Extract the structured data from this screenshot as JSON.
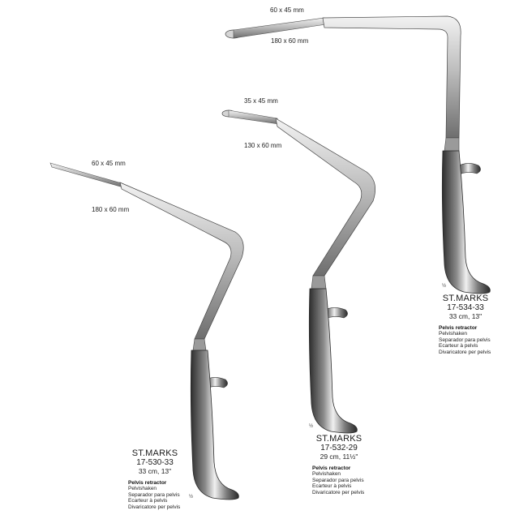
{
  "instruments": [
    {
      "brand": "ST.MARKS",
      "code": "17-530-33",
      "size": "33 cm, 13\"",
      "blade_dims": [
        "60 x 45 mm",
        "180 x 60 mm"
      ],
      "scale_mark": "½",
      "description": {
        "title": "Pelvis retractor",
        "lines": [
          "Pelvishaken",
          "Separador para pelvis",
          "Ecarteur à pelvis",
          "Divaricatore per pelvis"
        ]
      }
    },
    {
      "brand": "ST.MARKS",
      "code": "17-532-29",
      "size": "29 cm, 11½\"",
      "blade_dims": [
        "35 x 45 mm",
        "130 x 60 mm"
      ],
      "scale_mark": "½",
      "description": {
        "title": "Pelvis retractor",
        "lines": [
          "Pelvishaken",
          "Separador para pelvis",
          "Ecarteur à pelvis",
          "Divaricatore per pelvis"
        ]
      }
    },
    {
      "brand": "ST.MARKS",
      "code": "17-534-33",
      "size": "33 cm, 13\"",
      "blade_dims": [
        "60 x 45 mm",
        "180 x 60 mm"
      ],
      "scale_mark": "½",
      "description": {
        "title": "Pelvis retractor",
        "lines": [
          "Pelvishaken",
          "Separador para pelvis",
          "Ecarteur à pelvis",
          "Divaricatore per pelvis"
        ]
      }
    }
  ],
  "colors": {
    "steel_light": "#e4e4e4",
    "steel_mid": "#a8a8a8",
    "steel_dark": "#4a4a4a"
  }
}
